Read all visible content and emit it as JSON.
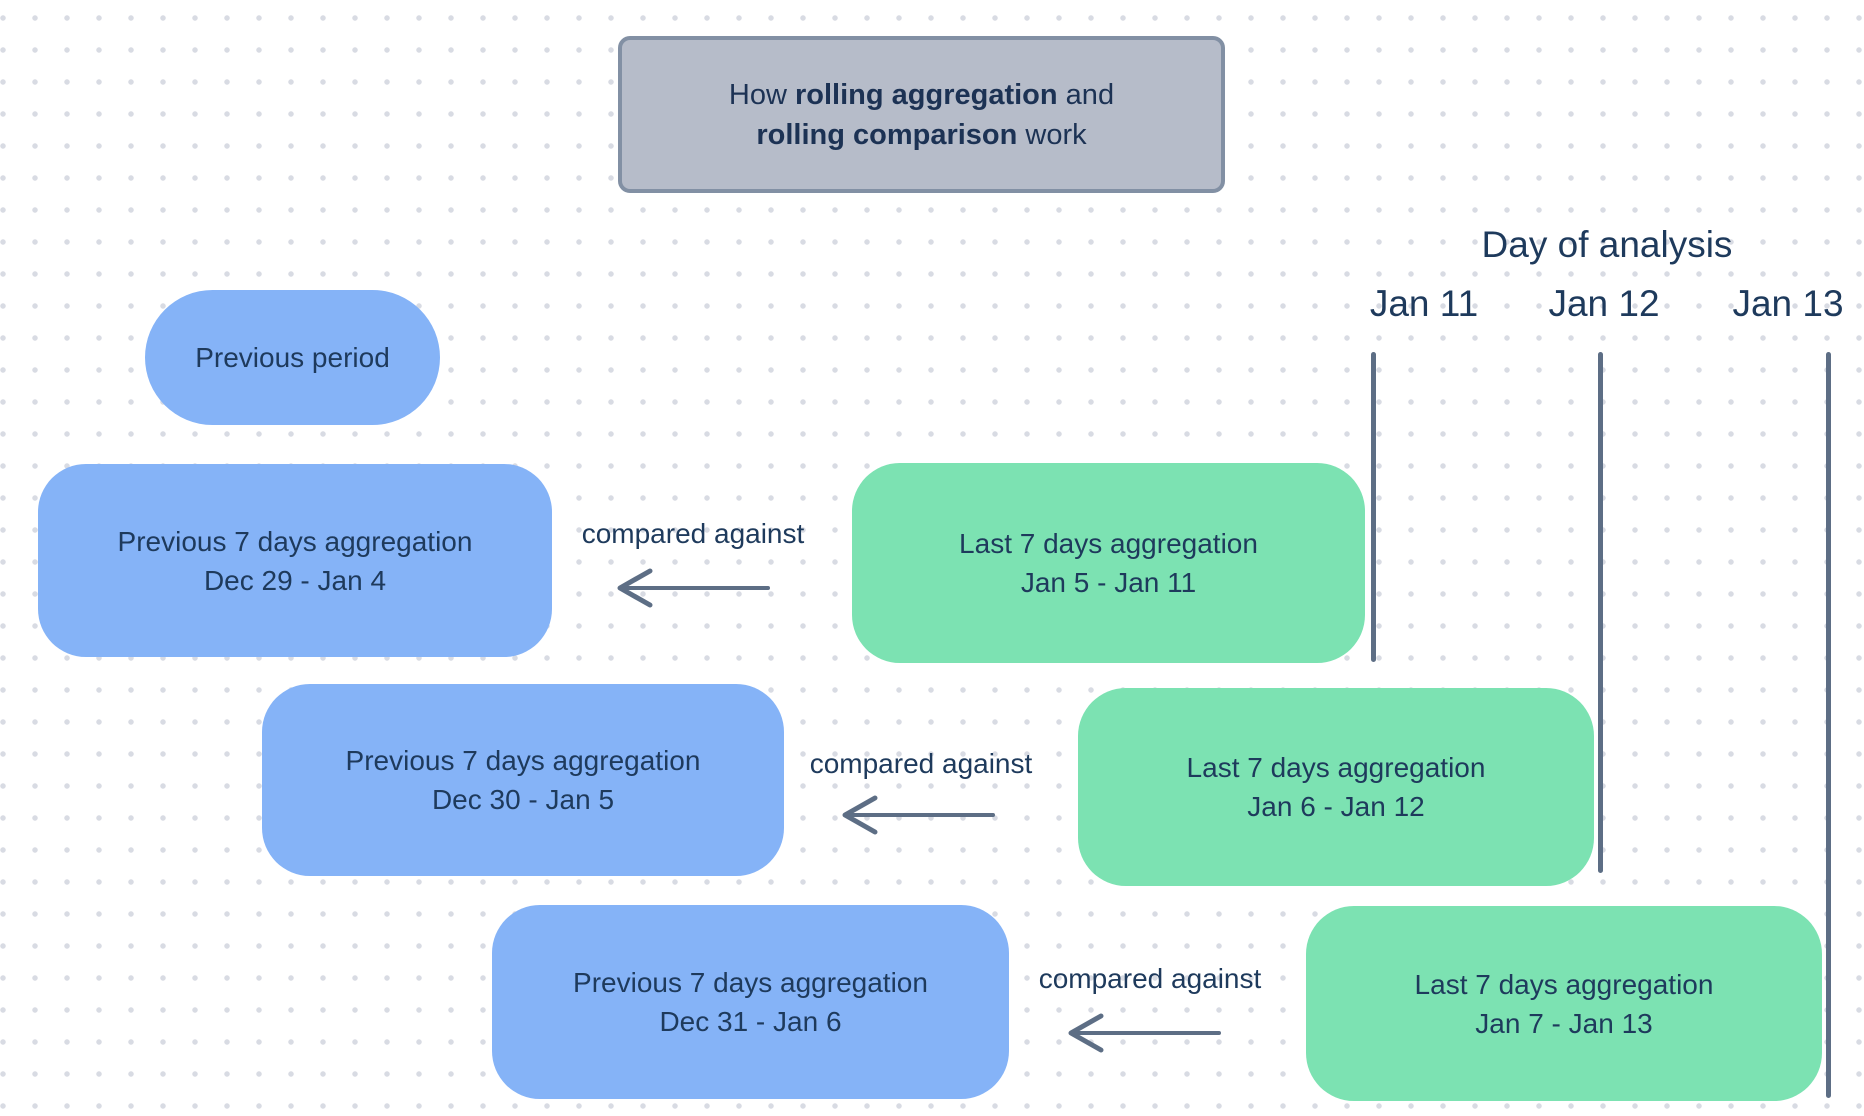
{
  "title": {
    "seg1": "How ",
    "seg2_bold": "rolling aggregation",
    "seg3": " and",
    "seg4_bold": "rolling comparison",
    "seg5": " work"
  },
  "day_of_analysis": {
    "label": "Day of analysis",
    "days": [
      {
        "label": "Jan 11"
      },
      {
        "label": "Jan 12"
      },
      {
        "label": "Jan 13"
      }
    ]
  },
  "previous_period": {
    "label": "Previous period"
  },
  "rows": [
    {
      "previous": {
        "line1": "Previous 7 days aggregation",
        "line2": "Dec 29 - Jan 4"
      },
      "compared_label": "compared against",
      "last": {
        "line1": "Last 7 days aggregation",
        "line2": "Jan 5 - Jan 11"
      }
    },
    {
      "previous": {
        "line1": "Previous 7 days aggregation",
        "line2": "Dec 30 - Jan 5"
      },
      "compared_label": "compared against",
      "last": {
        "line1": "Last 7 days aggregation",
        "line2": "Jan 6 - Jan 12"
      }
    },
    {
      "previous": {
        "line1": "Previous 7 days aggregation",
        "line2": "Dec 31 - Jan 6"
      },
      "compared_label": "compared against",
      "last": {
        "line1": "Last 7 days aggregation",
        "line2": "Jan 7 - Jan 13"
      }
    }
  ],
  "colors": {
    "previous_box": "#85b3f7",
    "last_box": "#7ce2b2",
    "connector": "#5d6e85",
    "text": "#1e3a5c",
    "title_fill": "#b6bcc9",
    "title_border": "#8290a4",
    "background": "#ffffff",
    "dot_grid": "#d8dbe3"
  }
}
